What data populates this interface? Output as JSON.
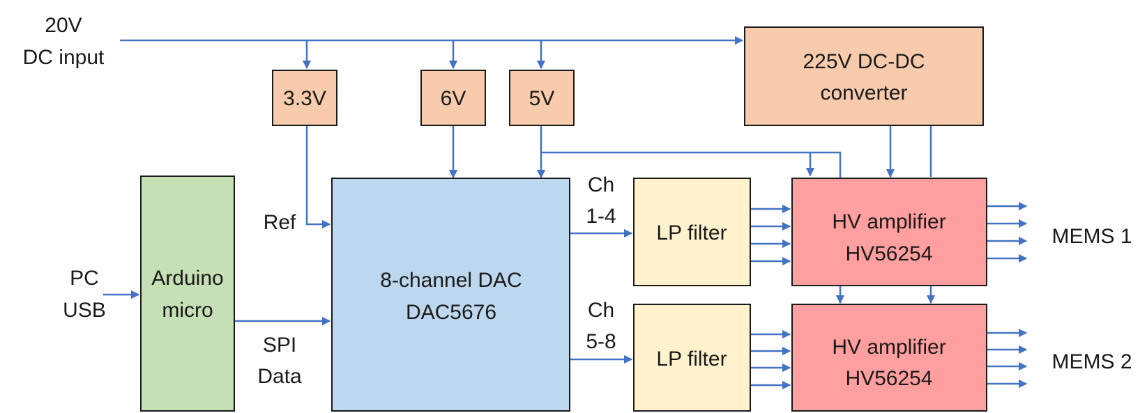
{
  "inputs": {
    "power": [
      "20V",
      "DC input"
    ],
    "pc": [
      "PC",
      "USB"
    ]
  },
  "regulators": {
    "r33": "3.3V",
    "r6": "6V",
    "r5": "5V"
  },
  "converter": [
    "225V DC-DC",
    "converter"
  ],
  "arduino": [
    "Arduino",
    "micro"
  ],
  "dac": [
    "8-channel DAC",
    "DAC5676"
  ],
  "filters": {
    "f1": "LP filter",
    "f2": "LP filter"
  },
  "amplifiers": {
    "a1": [
      "HV amplifier",
      "HV56254"
    ],
    "a2": [
      "HV amplifier",
      "HV56254"
    ]
  },
  "signals": {
    "ref": "Ref",
    "spi": [
      "SPI",
      "Data"
    ],
    "ch14": [
      "Ch",
      "1-4"
    ],
    "ch58": [
      "Ch",
      "5-8"
    ]
  },
  "outputs": {
    "mems1": "MEMS 1",
    "mems2": "MEMS 2"
  },
  "colors": {
    "wire": "#4472c4",
    "power_box": "#f8cbad",
    "arduino_box": "#c5e0b4",
    "dac_box": "#bdd7ee",
    "filter_box": "#fff2cc",
    "amp_box": "#ff9f9f"
  }
}
